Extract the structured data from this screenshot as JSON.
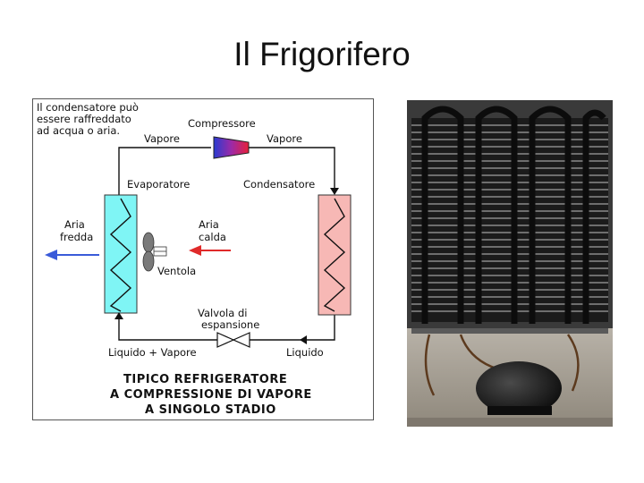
{
  "slide": {
    "title": "Il Frigorifero"
  },
  "diagram": {
    "note": [
      "Il condensatore può",
      "essere raffreddato",
      "ad acqua o aria."
    ],
    "compressore": "Compressore",
    "vapore_left": "Vapore",
    "vapore_right": "Vapore",
    "evaporatore": "Evaporatore",
    "condensatore": "Condensatore",
    "aria_fredda": [
      "Aria",
      "fredda"
    ],
    "aria_calda": [
      "Aria",
      "calda"
    ],
    "ventola": "Ventola",
    "valvola": [
      "Valvola di",
      "espansione"
    ],
    "liquido_vapore": "Liquido + Vapore",
    "liquido": "Liquido",
    "title": [
      "TIPICO REFRIGERATORE",
      "A COMPRESSIONE DI VAPORE",
      "A SINGOLO STADIO"
    ],
    "colors": {
      "evaporator": "#7ff5f5",
      "condenser": "#f7b8b5",
      "cold_arrow": "#3a5bd9",
      "hot_arrow": "#e02a2a"
    }
  },
  "photo": {
    "subject": "refrigerator-condenser-coil-and-compressor"
  }
}
